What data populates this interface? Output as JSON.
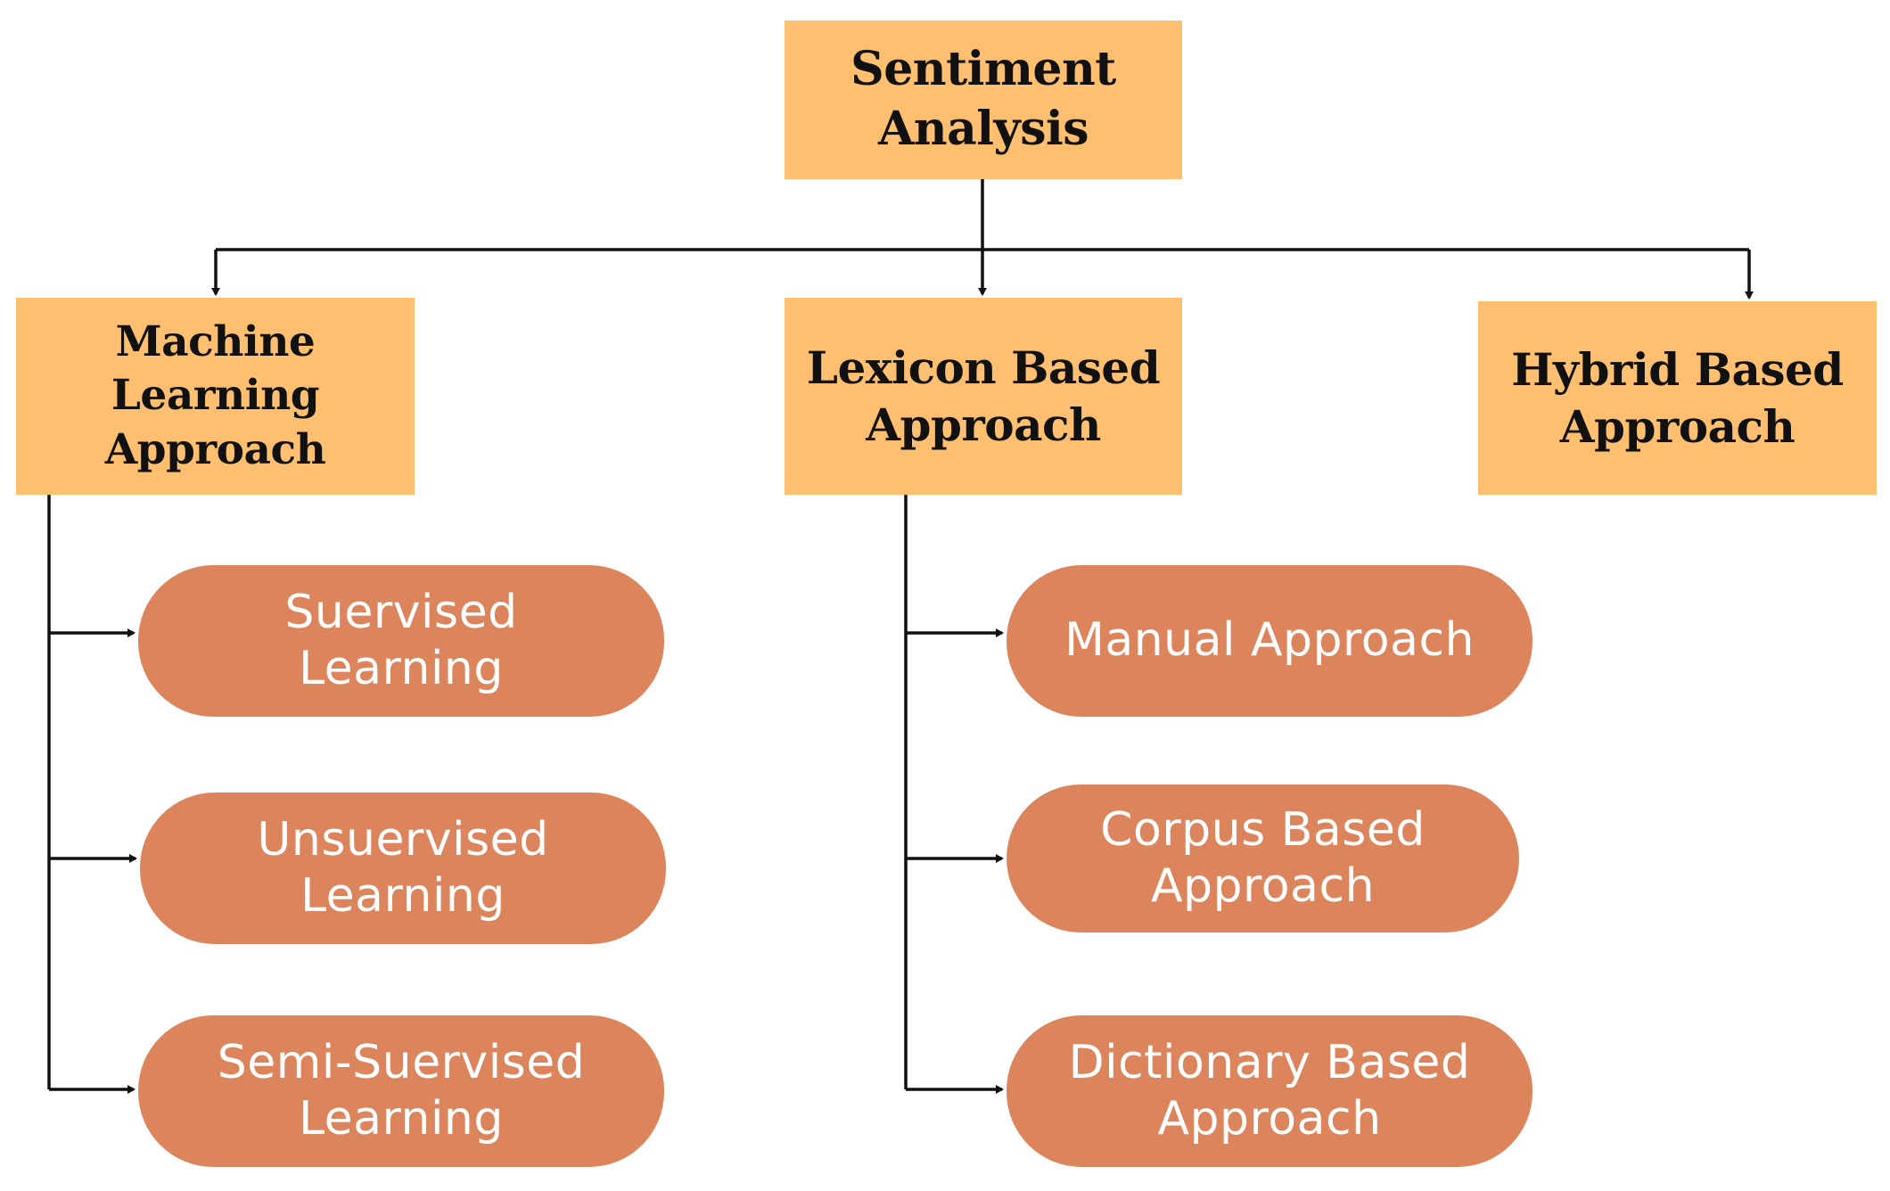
{
  "diagram": {
    "root": {
      "label": "Sentiment\nAnalysis"
    },
    "approaches": {
      "machine_learning": "Machine Learning\nApproach",
      "lexicon": "Lexicon Based\nApproach",
      "hybrid": "Hybrid Based\nApproach"
    },
    "machine_learning_children": [
      "Suervised\nLearning",
      "Unsuervised\nLearning",
      "Semi-Suervised\nLearning"
    ],
    "lexicon_children": [
      "Manual Approach",
      "Corpus Based\nApproach",
      "Dictionary Based\nApproach"
    ]
  },
  "colors": {
    "box_fill": "#fec070",
    "pill_fill": "#dc845c",
    "connector": "#111111",
    "pill_text": "#ffffff"
  }
}
